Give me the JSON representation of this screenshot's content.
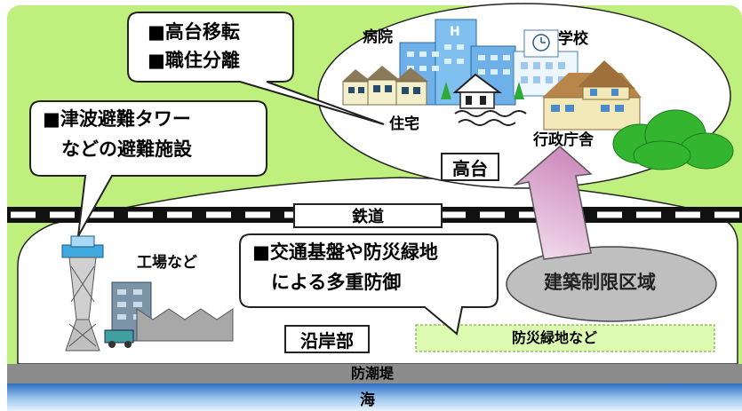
{
  "callouts": {
    "relocation_line1": "■高台移転",
    "relocation_line2": "■職住分離",
    "tower_line1": "■津波避難タワー",
    "tower_line2": "　などの避難施設",
    "defense_line1": "■交通基盤や防災緑地",
    "defense_line2": "　による多重防御"
  },
  "labels": {
    "hospital": "病院",
    "school": "学校",
    "housing": "住宅",
    "government": "行政庁舎",
    "highland": "高台",
    "railway": "鉄道",
    "factory": "工場など",
    "restricted_zone": "建築制限区域",
    "coastal": "沿岸部",
    "green_buffer": "防災緑地など",
    "seawall": "防潮堤",
    "sea": "海"
  },
  "colors": {
    "land_green": "#bff07e",
    "buffer_green": "#dcfbb0",
    "seawall_gray": "#8c8c8c",
    "sea_blue": "#2f6fc4",
    "arrow_pink": "#d8a3cc",
    "zone_gray": "#bfbfbf"
  }
}
